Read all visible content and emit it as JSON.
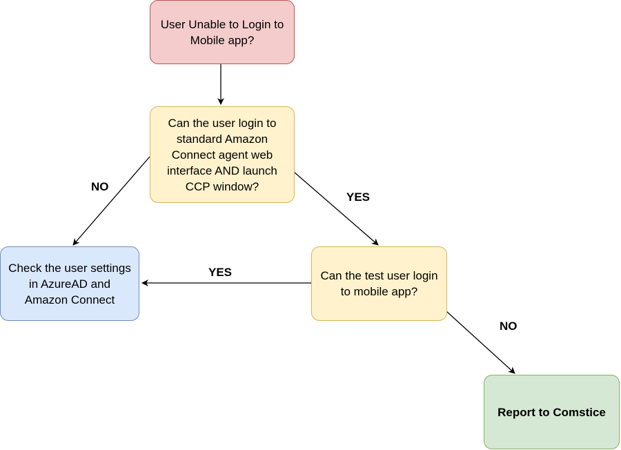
{
  "nodes": {
    "start": {
      "text": "User Unable to Login to\nMobile app?",
      "fill": "#f4cccc",
      "stroke": "#b85450"
    },
    "q1": {
      "text": "Can the user login to\nstandard Amazon\nConnect agent web\ninterface AND launch\nCCP window?",
      "fill": "#fff2cc",
      "stroke": "#d6b656"
    },
    "q2": {
      "text": "Can the test user login\nto mobile app?",
      "fill": "#fff2cc",
      "stroke": "#d6b656"
    },
    "check": {
      "text": "Check the user settings\nin AzureAD and\nAmazon Connect",
      "fill": "#dae8fc",
      "stroke": "#6c8ebf"
    },
    "report": {
      "text": "Report to Comstice",
      "fill": "#d5e8d4",
      "stroke": "#82b366"
    }
  },
  "edge_labels": {
    "q1_no": "NO",
    "q1_yes": "YES",
    "q2_yes": "YES",
    "q2_no": "NO"
  }
}
